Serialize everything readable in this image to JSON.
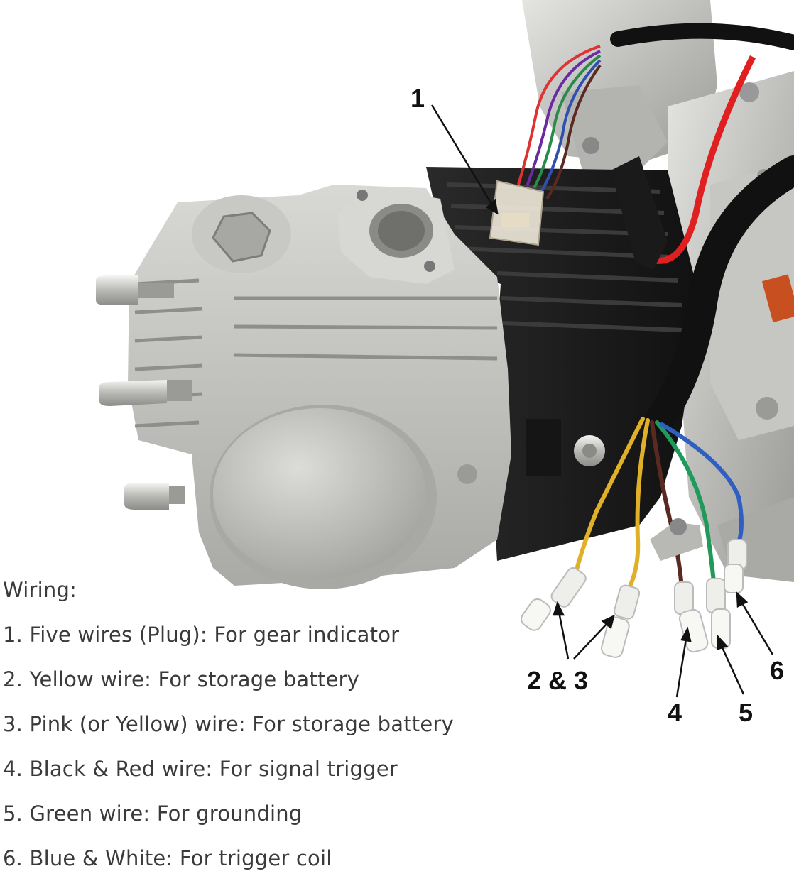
{
  "legend": {
    "heading": "Wiring:",
    "items": [
      "1. Five wires (Plug): For gear indicator",
      "2. Yellow wire: For storage battery",
      "3. Pink (or Yellow) wire: For storage battery",
      "4. Black & Red wire: For signal trigger",
      "5. Green wire: For grounding",
      "6. Blue & White: For trigger coil"
    ]
  },
  "callouts": {
    "c1": "1",
    "c23": "2 & 3",
    "c4": "4",
    "c5": "5",
    "c6": "6"
  },
  "colors": {
    "wire_yellow": "#e0b128",
    "wire_brown": "#5a2a22",
    "wire_green": "#1f9a5a",
    "wire_blue": "#2f5fc0",
    "wire_red": "#e02020",
    "cylinder_block": "#1b1b1b",
    "aluminum": "#c9c9c6"
  }
}
